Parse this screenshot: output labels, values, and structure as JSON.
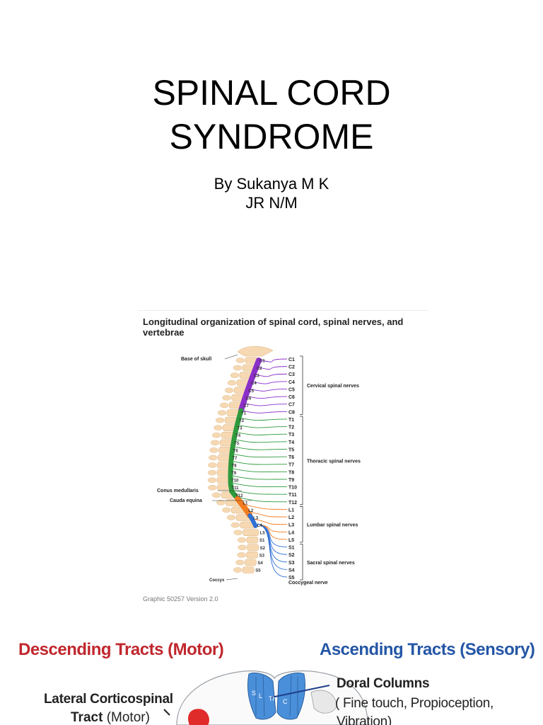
{
  "slide": {
    "title_line1": "SPINAL CORD",
    "title_line2": "SYNDROME",
    "subtitle_line1": "By Sukanya M K",
    "subtitle_line2": "JR N/M"
  },
  "figure": {
    "title": "Longitudinal organization of spinal cord, spinal nerves, and vertebrae",
    "caption": "Graphic 50257 Version 2.0",
    "labels": {
      "base_of_skull": "Base of skull",
      "conus": "Conus medullaris",
      "cauda": "Cauda equina",
      "coccyx": "Coccyx",
      "cervical": "Cervical spinal nerves",
      "thoracic": "Thoracic spinal nerves",
      "lumbar": "Lumbar spinal nerves",
      "sacral": "Sacral spinal nerves",
      "coccygeal": "Coccygeal nerve"
    },
    "nerves": [
      "C1",
      "C2",
      "C3",
      "C4",
      "C5",
      "C6",
      "C7",
      "C8",
      "T1",
      "T2",
      "T3",
      "T4",
      "T5",
      "T6",
      "T7",
      "T8",
      "T9",
      "T10",
      "T11",
      "T12",
      "L1",
      "L2",
      "L3",
      "L4",
      "L5",
      "S1",
      "S2",
      "S3",
      "S4",
      "S5"
    ],
    "vertebrae": [
      "C1",
      "C2",
      "C3",
      "C4",
      "C5",
      "C6",
      "C7",
      "T1",
      "T2",
      "T3",
      "T4",
      "T5",
      "T6",
      "T7",
      "T8",
      "T9",
      "T10",
      "T11",
      "T12",
      "L1",
      "L2",
      "L3",
      "L4",
      "L5",
      "S1",
      "S2",
      "S3",
      "S4",
      "S5"
    ],
    "colors": {
      "cervical": "#8b2fc9",
      "thoracic": "#2e9a3c",
      "lumbar": "#f47c20",
      "sacral": "#2f6fd6",
      "bone": "#f6d9b3"
    }
  },
  "tracts": {
    "descending": "Descending Tracts (Motor)",
    "ascending": "Ascending Tracts (Sensory)",
    "lateral_cst_1": "Lateral Corticospinal",
    "lateral_cst_2": "Tract",
    "lateral_cst_3": "(Motor)",
    "dorsal": "Doral Columns",
    "dorsal_note_1": "( Fine touch, Propioception,",
    "dorsal_note_2": "Vibration)",
    "column_letters": [
      "S",
      "L",
      "Th",
      "C"
    ]
  }
}
